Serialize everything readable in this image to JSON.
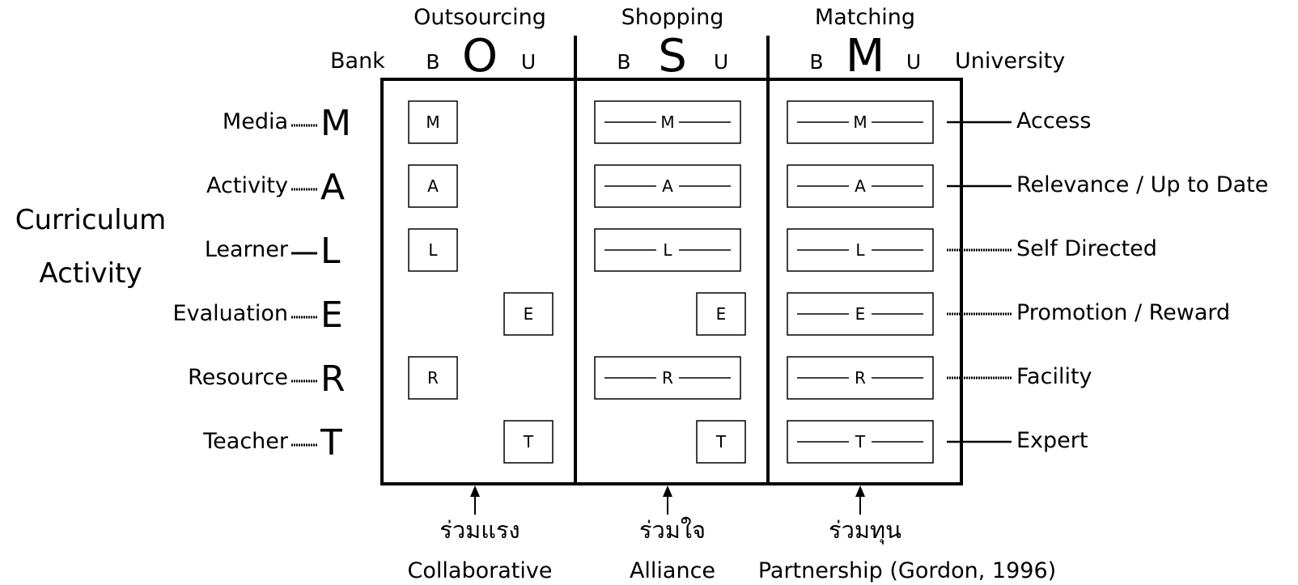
{
  "title": [
    "Curriculum",
    "Activity"
  ],
  "side_labels": {
    "bank": "Bank",
    "university": "University"
  },
  "columns": [
    {
      "name": "Outsourcing",
      "letter": "O",
      "left": "B",
      "right": "U",
      "thai": "ร่วมแรง",
      "caption": "Collaborative"
    },
    {
      "name": "Shopping",
      "letter": "S",
      "left": "B",
      "right": "U",
      "thai": "ร่วมใจ",
      "caption": "Alliance"
    },
    {
      "name": "Matching",
      "letter": "M",
      "left": "B",
      "right": "U",
      "thai": "ร่วมทุน",
      "caption": "Partnership (Gordon, 1996)"
    }
  ],
  "rows": [
    {
      "label": "Media",
      "letter": "M",
      "right_label": "Access",
      "outsourcing": "B",
      "shopping": "both",
      "matching": "both",
      "right_connector": "solid"
    },
    {
      "label": "Activity",
      "letter": "A",
      "right_label": "Relevance / Up to Date",
      "outsourcing": "B",
      "shopping": "both",
      "matching": "both",
      "right_connector": "solid"
    },
    {
      "label": "Learner",
      "letter": "L",
      "right_label": "Self Directed",
      "outsourcing": "B",
      "shopping": "both",
      "matching": "both",
      "right_connector": "dotted"
    },
    {
      "label": "Evaluation",
      "letter": "E",
      "right_label": "Promotion / Reward",
      "outsourcing": "U",
      "shopping": "U",
      "matching": "both",
      "right_connector": "dotted"
    },
    {
      "label": "Resource",
      "letter": "R",
      "right_label": "Facility",
      "outsourcing": "B",
      "shopping": "both",
      "matching": "both",
      "right_connector": "dotted"
    },
    {
      "label": "Teacher",
      "letter": "T",
      "right_label": "Expert",
      "outsourcing": "U",
      "shopping": "U",
      "matching": "both",
      "right_connector": "solid"
    }
  ]
}
